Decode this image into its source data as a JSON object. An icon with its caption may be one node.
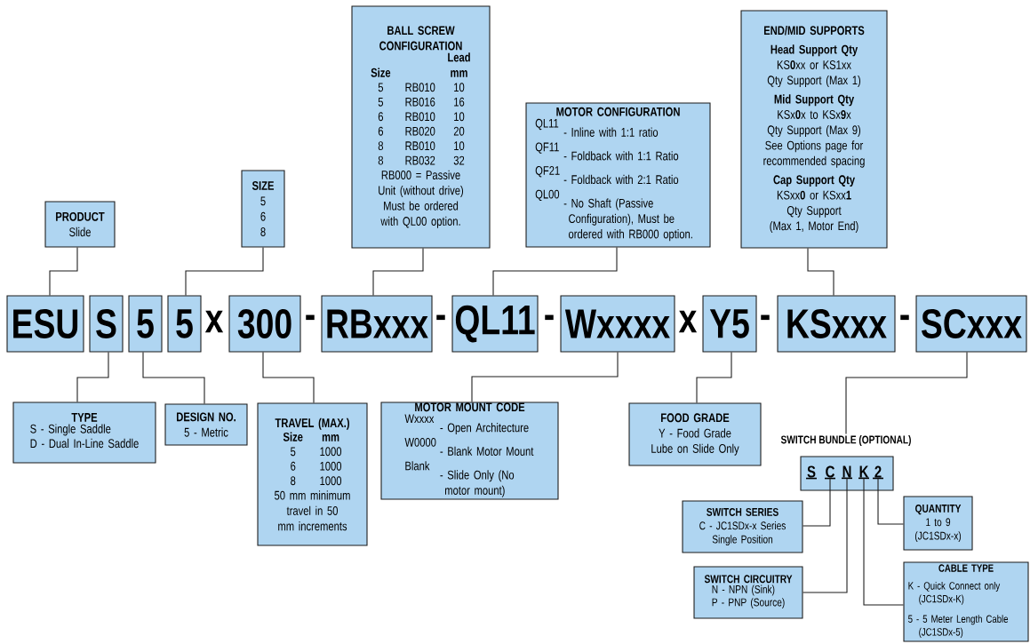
{
  "diagram": {
    "nodes": [
      {
        "text": [
          "ESU"
        ]
      },
      {
        "text": [
          "S"
        ]
      },
      {
        "text": [
          "5"
        ]
      },
      {
        "text": [
          "5"
        ]
      },
      {
        "text": [
          "300"
        ]
      },
      {
        "text": [
          "RBxxx"
        ]
      },
      {
        "text": [
          "QL11"
        ]
      },
      {
        "text": [
          "Wxxxx"
        ]
      },
      {
        "text": [
          "Y5"
        ]
      },
      {
        "text": [
          "KSxxx"
        ]
      },
      {
        "text": [
          "SCxxx"
        ]
      },
      {
        "text": [
          "PRODUCT",
          "Slide"
        ]
      },
      {
        "text": [
          "SIZE",
          "5",
          "6",
          "8"
        ]
      },
      {
        "text": [
          "BALL SCREW CONFIGURATION",
          "Size",
          "Lead mm",
          "5",
          "RB010",
          "10",
          "5",
          "RB016",
          "16",
          "6",
          "RB010",
          "10",
          "6",
          "RB020",
          "20",
          "8",
          "RB010",
          "10",
          "8",
          "RB032",
          "32",
          "RB000 = Passive Unit (without drive)",
          "Must be ordered with QL00 option."
        ]
      },
      {
        "text": [
          "MOTOR CONFIGURATION",
          "QL11",
          "- Inline with 1:1 ratio",
          "QF11",
          "- Foldback with 1:1 Ratio",
          "QF21",
          "- Foldback with 2:1 Ratio",
          "QL00",
          "- No Shaft (Passive Configuration), Must be ordered with RB000 option."
        ]
      },
      {
        "text": [
          "END/MID SUPPORTS",
          "Head Support Qty",
          "KS**0**xx or KS1xx",
          "Qty Support (Max 1)",
          "Mid Support Qty",
          "KSx**0**x to KSx**9**x",
          "Qty Support (Max 9)",
          "See Options page for recommended spacing",
          "Cap Support Qty",
          "KSxx**0** or KSxx**1**",
          "Qty Support",
          "(Max 1, Motor End)"
        ]
      },
      {
        "text": [
          "TYPE",
          "S - Single Saddle",
          "D - Dual In-Line Saddle"
        ]
      },
      {
        "text": [
          "DESIGN NO.",
          "5 - Metric"
        ]
      },
      {
        "text": [
          "TRAVEL (MAX.)",
          "Size",
          "mm",
          "5",
          "1000",
          "6",
          "1000",
          "8",
          "1000",
          "50 mm minimum travel in 50 mm increments"
        ]
      },
      {
        "text": [
          "MOTOR MOUNT CODE",
          "Wxxxx",
          "- Open Architecture",
          "W0000",
          "- Blank Motor Mount",
          "Blank",
          "- Slide Only (No motor mount)"
        ]
      },
      {
        "text": [
          "FOOD GRADE",
          "Y - Food Grade Lube on Slide Only"
        ]
      },
      {
        "text": [
          "SWITCH BUNDLE (OPTIONAL)"
        ]
      },
      {
        "text": [
          "S"
        ],
        "in": 21
      },
      {
        "text": [
          "C"
        ],
        "in": 21
      },
      {
        "text": [
          "N"
        ],
        "in": 21
      },
      {
        "text": [
          "K"
        ],
        "in": 21
      },
      {
        "text": [
          "2"
        ],
        "in": 21
      },
      {
        "text": [
          "SWITCH SERIES",
          "C - JC1SDx-x Series Single Position"
        ]
      },
      {
        "text": [
          "QUANTITY",
          "1 to 9",
          "(JC1SDx-x)"
        ]
      },
      {
        "text": [
          "SWITCH CIRCUITRY",
          "N - NPN (Sink)",
          "P - PNP (Source)"
        ]
      },
      {
        "text": [
          "CABLE TYPE",
          "K - Quick Connect only (JC1SDx-K)",
          "5 - 5 Meter Length Cable (JC1SDx-5)"
        ]
      }
    ],
    "edges": [
      {
        "from": 11,
        "to": 0,
        "arrow": "none"
      },
      {
        "from": 12,
        "to": 3,
        "arrow": "none"
      },
      {
        "from": 13,
        "to": 5,
        "arrow": "none"
      },
      {
        "from": 14,
        "to": 6,
        "arrow": "none"
      },
      {
        "from": 15,
        "to": 9,
        "arrow": "none"
      },
      {
        "from": 1,
        "to": 16,
        "arrow": "none"
      },
      {
        "from": 2,
        "to": 17,
        "arrow": "none"
      },
      {
        "from": 4,
        "to": 18,
        "arrow": "none"
      },
      {
        "from": 7,
        "to": 19,
        "arrow": "none"
      },
      {
        "from": 8,
        "to": 20,
        "arrow": "none"
      },
      {
        "from": 10,
        "to": 21,
        "arrow": "none"
      },
      {
        "from": 23,
        "to": 27,
        "arrow": "none"
      },
      {
        "from": 26,
        "to": 28,
        "arrow": "none"
      },
      {
        "from": 24,
        "to": 29,
        "arrow": "none"
      },
      {
        "from": 25,
        "to": 30,
        "arrow": "none"
      }
    ],
    "labels": [
      "x",
      "-",
      "-",
      "-",
      "x",
      "-",
      "-"
    ]
  }
}
